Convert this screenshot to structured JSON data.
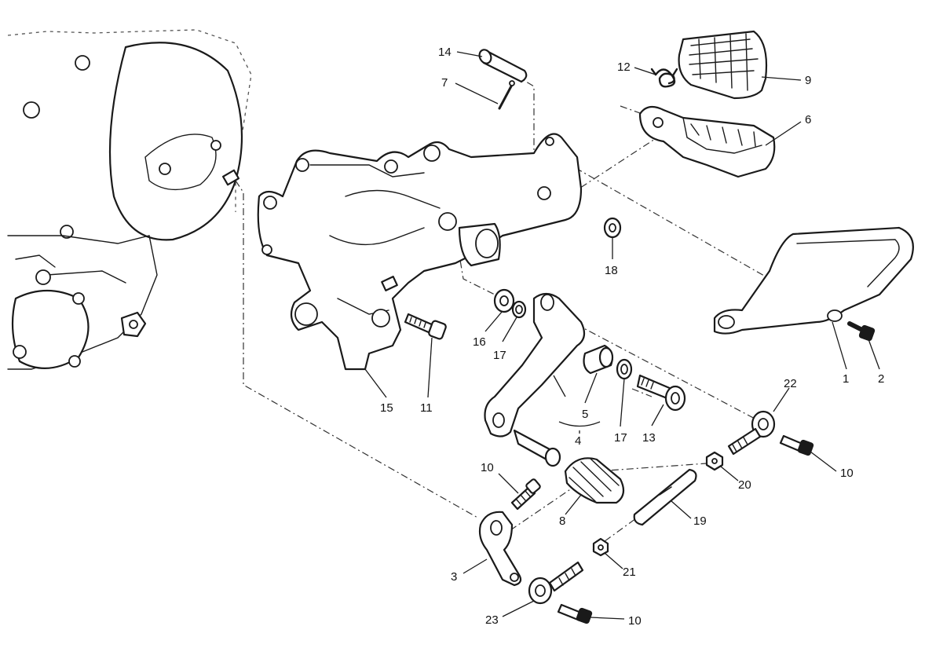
{
  "callouts": {
    "c1": "1",
    "c2": "2",
    "c3": "3",
    "c4": "4",
    "c5": "5",
    "c6": "6",
    "c7": "7",
    "c8": "8",
    "c9": "9",
    "c10a": "10",
    "c10b": "10",
    "c10c": "10",
    "c11": "11",
    "c12": "12",
    "c13": "13",
    "c14": "14",
    "c15": "15",
    "c16": "16",
    "c17a": "17",
    "c17b": "17",
    "c18": "18",
    "c19": "19",
    "c20": "20",
    "c21": "21",
    "c22": "22",
    "c23": "23"
  }
}
